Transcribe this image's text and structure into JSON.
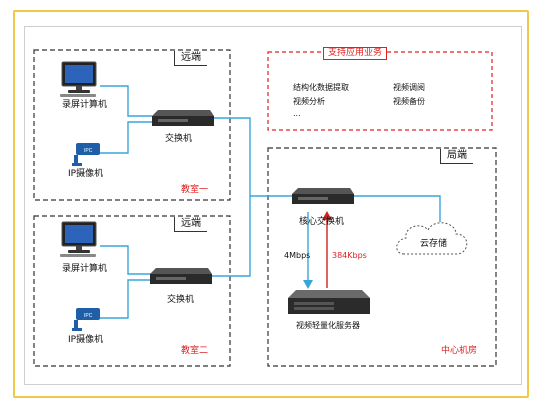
{
  "remote_top": {
    "tag": "远端",
    "computer_label": "录屏计算机",
    "camera_label": "IP摄像机",
    "switch_label": "交换机",
    "room_label": "教室一"
  },
  "remote_bottom": {
    "tag": "远端",
    "computer_label": "录屏计算机",
    "camera_label": "IP摄像机",
    "switch_label": "交换机",
    "room_label": "教室二"
  },
  "services": {
    "title": "支持应用业务",
    "item1": "结构化数据提取",
    "item2": "视频调阅",
    "item3": "视频分析",
    "item4": "视频备份",
    "item5": "..."
  },
  "center": {
    "tag": "局端",
    "core_switch_label": "核心交换机",
    "cloud_label": "云存储",
    "server_label": "视频轻量化服务器",
    "rate_down": "4Mbps",
    "rate_up": "384Kbps",
    "room_label": "中心机房"
  },
  "camera_badge": "IPC",
  "colors": {
    "frame": "#f0c94a",
    "link": "#3aa6d8",
    "red_link": "#cc2222",
    "accent_red": "#e02020"
  }
}
